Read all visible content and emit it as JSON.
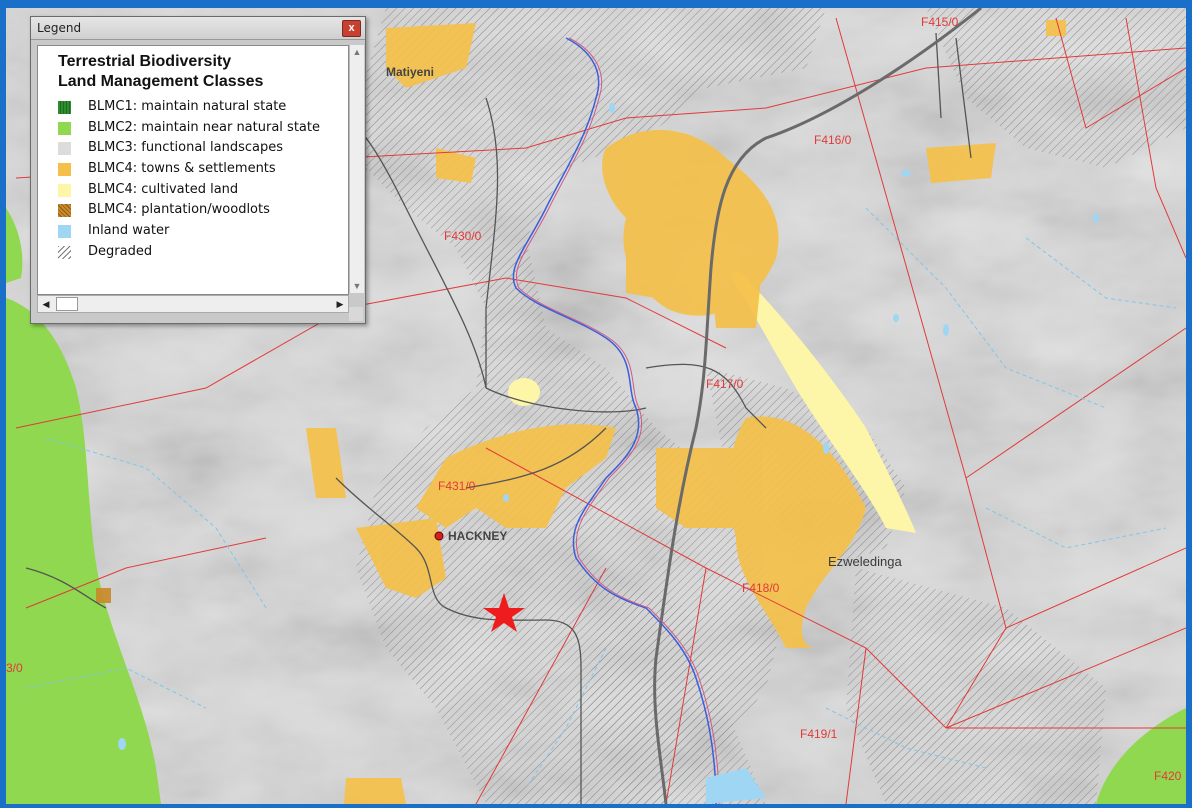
{
  "legend": {
    "window_title": "Legend",
    "close_label": "x",
    "heading_line1": "Terrestrial Biodiversity",
    "heading_line2": "Land Management Classes",
    "items": [
      {
        "label": "BLMC1: maintain natural state",
        "color": "#2e8b2e"
      },
      {
        "label": "BLMC2: maintain near natural state",
        "color": "#8fd84f"
      },
      {
        "label": "BLMC3: functional landscapes",
        "color": "#dcdcdc"
      },
      {
        "label": "BLMC4: towns & settlements",
        "color": "#f5c04a"
      },
      {
        "label": "BLMC4: cultivated land",
        "color": "#fdf6a8"
      },
      {
        "label": "BLMC4: plantation/woodlots",
        "color": "#c98a2a"
      },
      {
        "label": "Inland water",
        "color": "#9fd6f4"
      },
      {
        "label": "Degraded",
        "color": "#777777"
      }
    ]
  },
  "map": {
    "places": {
      "matiyeni": "Matiyeni",
      "hackney": "HACKNEY",
      "ezweledinga": "Ezweledinga"
    },
    "farm_labels": {
      "f415": "F415/0",
      "f416": "F416/0",
      "f430": "F430/0",
      "f417": "F417/0",
      "f431": "F431/0",
      "f418": "F418/0",
      "f419": "F419/1",
      "f420": "F420",
      "left": "3/0"
    },
    "colors": {
      "background": "#dcdcdc",
      "natural": "#8fd84f",
      "settlement": "#f5c04a",
      "cultivated": "#fdf6a8",
      "water": "#9fd6f4",
      "boundary": "#e23a3a",
      "road": "#555555",
      "river": "#3a5fd8"
    }
  }
}
